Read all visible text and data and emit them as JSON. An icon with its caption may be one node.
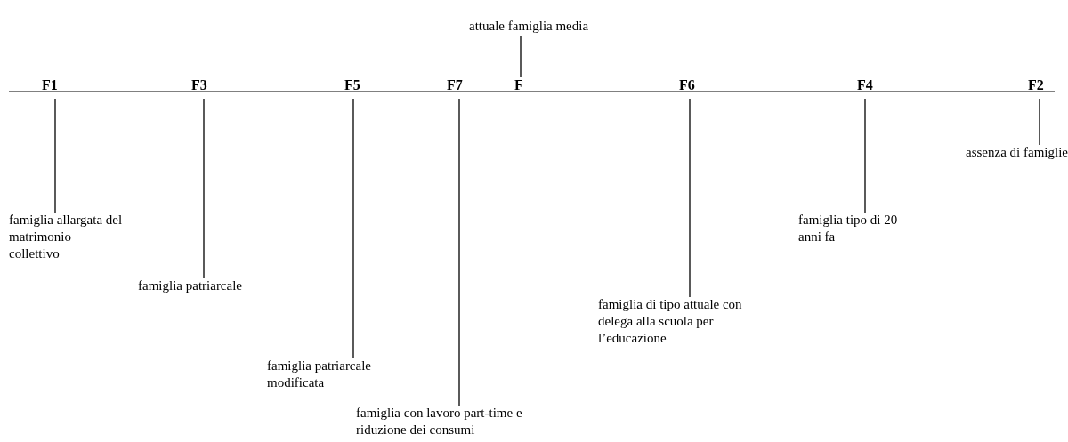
{
  "diagram": {
    "nodes": [
      {
        "text": [
          "attuale famiglia media"
        ]
      },
      {
        "text": [
          "F1"
        ]
      },
      {
        "text": [
          "F3"
        ]
      },
      {
        "text": [
          "F5"
        ]
      },
      {
        "text": [
          "F7"
        ]
      },
      {
        "text": [
          "F"
        ]
      },
      {
        "text": [
          "F6"
        ]
      },
      {
        "text": [
          "F4"
        ]
      },
      {
        "text": [
          "F2"
        ]
      },
      {
        "text": [
          "assenza di famiglie"
        ]
      },
      {
        "text": [
          "famiglia allargata del matrimonio collettivo"
        ]
      },
      {
        "text": [
          "famiglia tipo di 20 anni fa"
        ]
      },
      {
        "text": [
          "famiglia patriarcale"
        ]
      },
      {
        "text": [
          "famiglia di tipo attuale con delega alla scuola per l’educazione"
        ]
      },
      {
        "text": [
          "famiglia patriarcale modificata"
        ]
      },
      {
        "text": [
          "famiglia con lavoro part-time e riduzione dei consumi"
        ]
      }
    ],
    "edges": [
      {
        "from": 0,
        "to": 5,
        "arrow": "none"
      },
      {
        "from": 1,
        "to": 10,
        "arrow": "none"
      },
      {
        "from": 2,
        "to": 12,
        "arrow": "none"
      },
      {
        "from": 3,
        "to": 14,
        "arrow": "none"
      },
      {
        "from": 4,
        "to": 15,
        "arrow": "none"
      },
      {
        "from": 6,
        "to": 13,
        "arrow": "none"
      },
      {
        "from": 7,
        "to": 11,
        "arrow": "none"
      },
      {
        "from": 8,
        "to": 9,
        "arrow": "none"
      }
    ]
  }
}
